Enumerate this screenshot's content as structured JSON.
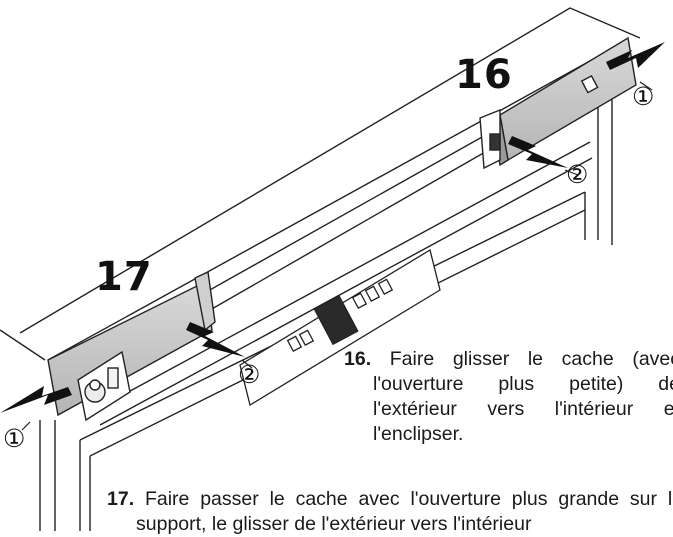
{
  "figure": {
    "step_labels": {
      "step16": "16",
      "step17": "17"
    },
    "callouts": {
      "one": "①",
      "two": "②"
    }
  },
  "instructions": [
    {
      "number": "16.",
      "text": "Faire glisser le cache (avec l'ouverture plus petite) de l'extérieur vers l'intérieur et l'enclipser."
    },
    {
      "number": "17.",
      "text": "Faire passer le cache avec l'ouverture plus grande sur le support, le glisser de l'extérieur vers l'intérieur"
    }
  ]
}
